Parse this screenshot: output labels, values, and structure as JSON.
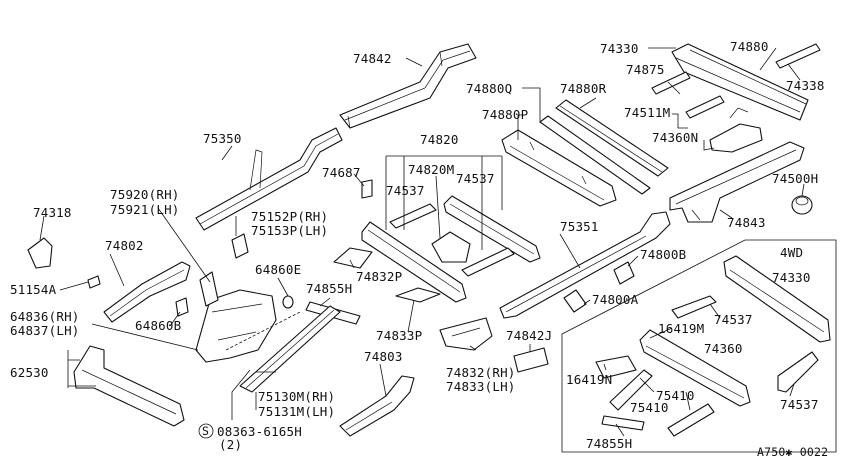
{
  "labels": {
    "p74842": "74842",
    "p74330a": "74330",
    "p74880": "74880",
    "p74875": "74875",
    "p74338": "74338",
    "p74880q": "74880Q",
    "p74880r": "74880R",
    "p74511m": "74511M",
    "p74880p": "74880P",
    "p74360n": "74360N",
    "p75350": "75350",
    "p74820": "74820",
    "p74820m": "74820M",
    "p74687": "74687",
    "p74537a": "74537",
    "p74537b": "74537",
    "p74500h": "74500H",
    "p74843": "74843",
    "p75920": "75920(RH)",
    "p75921": "75921(LH)",
    "p74318": "74318",
    "p75152p": "75152P(RH)",
    "p75153p": "75153P(LH)",
    "p74802": "74802",
    "p75351": "75351",
    "p74800b": "74800B",
    "p4wd": "4WD",
    "p74330b": "74330",
    "p51154a": "51154A",
    "p64860e": "64860E",
    "p74832p": "74832P",
    "p74855h": "74855H",
    "p74800a": "74800A",
    "p74537c": "74537",
    "p64836": "64836(RH)",
    "p64837": "64837(LH)",
    "p64860b": "64860B",
    "p74833p": "74833P",
    "p74842j": "74842J",
    "p16419m": "16419M",
    "p74360": "74360",
    "p62530": "62530",
    "p74803": "74803",
    "p74832rh": "74832(RH)",
    "p74833lh": "74833(LH)",
    "p16419n": "16419N",
    "p75410a": "75410",
    "p75410b": "75410",
    "p74537d": "74537",
    "p75130m": "75130M(RH)",
    "p75131m": "75131M(LH)",
    "p08363": "08363-6165H",
    "p08363qty": "(2)",
    "p74855h2": "74855H",
    "code": "A750✱ 0022",
    "s_symbol": "S"
  }
}
